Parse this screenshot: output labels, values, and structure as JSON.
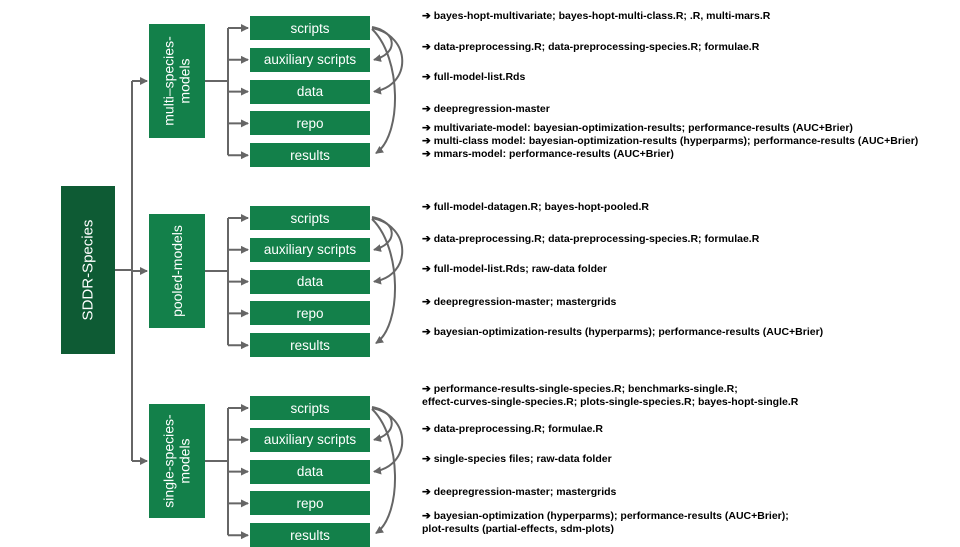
{
  "root": {
    "label": "SDDR-Species"
  },
  "groups": [
    {
      "label": "multi–species-\nmodels",
      "items": [
        {
          "label": "scripts"
        },
        {
          "label": "auxiliary scripts"
        },
        {
          "label": "data"
        },
        {
          "label": "repo"
        },
        {
          "label": "results"
        }
      ],
      "notes": [
        [
          "➔ bayes-hopt-multivariate; bayes-hopt-multi-class.R; .R, multi-mars.R"
        ],
        [
          "➔ data-preprocessing.R; data-preprocessing-species.R; formulae.R"
        ],
        [
          "➔ full-model-list.Rds"
        ],
        [
          "➔ deepregression-master"
        ],
        [
          "➔ multivariate-model: bayesian-optimization-results; performance-results (AUC+Brier)",
          "➔ multi-class model: bayesian-optimization-results (hyperparms);  performance-results (AUC+Brier)",
          "➔ mmars-model: performance-results (AUC+Brier)"
        ]
      ]
    },
    {
      "label": "pooled-models",
      "items": [
        {
          "label": "scripts"
        },
        {
          "label": "auxiliary scripts"
        },
        {
          "label": "data"
        },
        {
          "label": "repo"
        },
        {
          "label": "results"
        }
      ],
      "notes": [
        [
          "➔ full-model-datagen.R; bayes-hopt-pooled.R"
        ],
        [
          "➔ data-preprocessing.R; data-preprocessing-species.R; formulae.R"
        ],
        [
          "➔ full-model-list.Rds; raw-data folder"
        ],
        [
          "➔ deepregression-master; mastergrids"
        ],
        [
          "➔ bayesian-optimization-results (hyperparms); performance-results (AUC+Brier)"
        ]
      ]
    },
    {
      "label": "single-species-\nmodels",
      "items": [
        {
          "label": "scripts"
        },
        {
          "label": "auxiliary scripts"
        },
        {
          "label": "data"
        },
        {
          "label": "repo"
        },
        {
          "label": "results"
        }
      ],
      "notes": [
        [
          "➔ performance-results-single-species.R; benchmarks-single.R;",
          "effect-curves-single-species.R; plots-single-species.R; bayes-hopt-single.R"
        ],
        [
          "➔ data-preprocessing.R; formulae.R"
        ],
        [
          "➔ single-species files; raw-data folder"
        ],
        [
          "➔ deepregression-master;  mastergrids"
        ],
        [
          "➔ bayesian-optimization (hyperparms);  performance-results (AUC+Brier);",
          "plot-results (partial-effects, sdm-plots)"
        ]
      ]
    }
  ],
  "colors": {
    "root": "#0e5b34",
    "box": "#13804a",
    "line": "#666666",
    "text": "#000000"
  }
}
